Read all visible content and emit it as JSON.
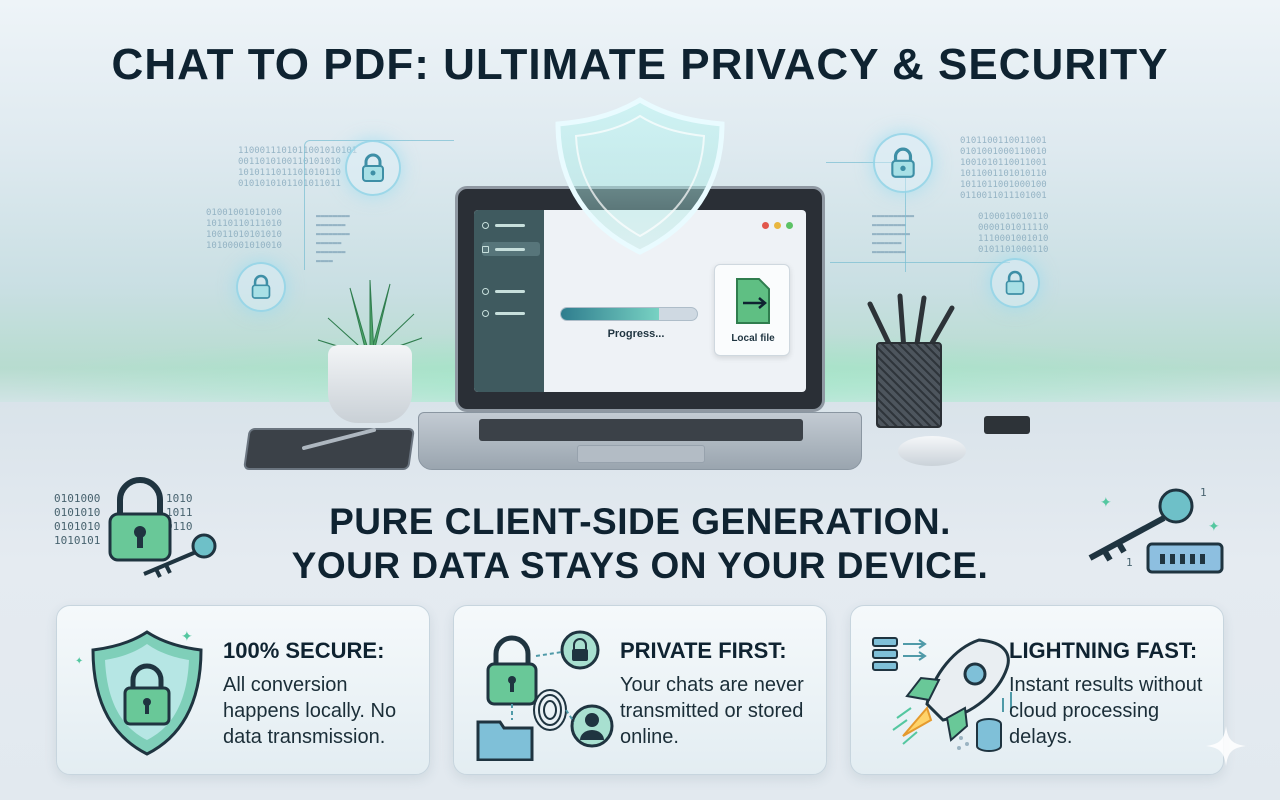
{
  "header": {
    "title": "CHAT TO PDF: ULTIMATE PRIVACY & SECURITY"
  },
  "laptop_screen": {
    "progress_label": "Progress...",
    "progress_fraction": 0.72,
    "local_file_label": "Local file"
  },
  "tagline": {
    "line1": "PURE CLIENT-SIDE GENERATION.",
    "line2": "YOUR DATA STAYS ON YOUR DEVICE."
  },
  "binary": {
    "left_text": "0101000\n0101010\n0101010\n1010101",
    "left_right_text": "1010\n1011\n0110",
    "right_digit": "1"
  },
  "features": [
    {
      "title": "100% SECURE:",
      "text": "All conversion happens locally. No data transmission.",
      "icon": "shield-lock-icon"
    },
    {
      "title": "PRIVATE FIRST:",
      "text": "Your chats are never transmitted or stored online.",
      "icon": "privacy-network-icon"
    },
    {
      "title": "LIGHTNING FAST:",
      "text": "Instant results without cloud processing delays.",
      "icon": "rocket-icon"
    }
  ],
  "colors": {
    "title": "#0f2331",
    "accent_green": "#54c7a0",
    "accent_teal": "#2f7d8e"
  }
}
